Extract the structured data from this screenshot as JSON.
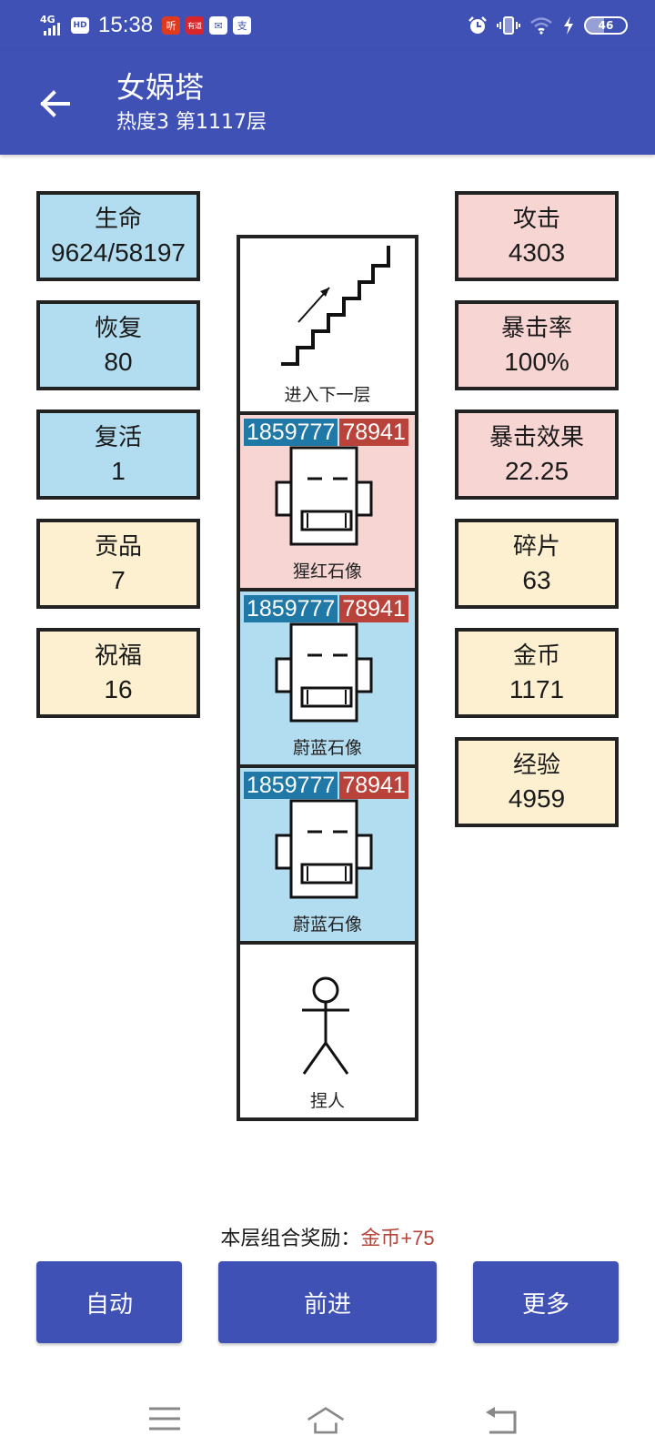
{
  "status_bar": {
    "network": "4G",
    "hd": "HD",
    "time": "15:38",
    "apps": [
      "听",
      "有道",
      "✉",
      "支"
    ],
    "battery": "46"
  },
  "app_bar": {
    "title": "女娲塔",
    "subtitle": "热度3 第1117层"
  },
  "left_stats": [
    {
      "label": "生命",
      "value": "9624/58197",
      "color": "#b2dcef"
    },
    {
      "label": "恢复",
      "value": "80",
      "color": "#b2dcef"
    },
    {
      "label": "复活",
      "value": "1",
      "color": "#b2dcef"
    },
    {
      "label": "贡品",
      "value": "7",
      "color": "#fdf0d0"
    },
    {
      "label": "祝福",
      "value": "16",
      "color": "#fdf0d0"
    }
  ],
  "right_stats": [
    {
      "label": "攻击",
      "value": "4303",
      "color": "#f6d5d3"
    },
    {
      "label": "暴击率",
      "value": "100%",
      "color": "#f6d5d3"
    },
    {
      "label": "暴击效果",
      "value": "22.25",
      "color": "#f6d5d3"
    },
    {
      "label": "碎片",
      "value": "63",
      "color": "#fdf0d0"
    },
    {
      "label": "金币",
      "value": "1171",
      "color": "#fdf0d0"
    },
    {
      "label": "经验",
      "value": "4959",
      "color": "#fdf0d0"
    }
  ],
  "tower": [
    {
      "type": "stairs",
      "icon": "stairs-icon",
      "caption": "进入下一层"
    },
    {
      "type": "monster",
      "icon": "stone-statue-icon",
      "caption": "猩红石像",
      "hp": "1859777",
      "atk": "78941",
      "color": "#f6d5d3"
    },
    {
      "type": "monster",
      "icon": "stone-statue-icon",
      "caption": "蔚蓝石像",
      "hp": "1859777",
      "atk": "78941",
      "color": "#b2dcef"
    },
    {
      "type": "monster",
      "icon": "stone-statue-icon",
      "caption": "蔚蓝石像",
      "hp": "1859777",
      "atk": "78941",
      "color": "#b2dcef"
    },
    {
      "type": "player",
      "icon": "stick-figure-icon",
      "caption": "捏人"
    }
  ],
  "reward": {
    "label": "本层组合奖励：",
    "value": "金币+75",
    "value_color": "#b2443a"
  },
  "buttons": {
    "auto": "自动",
    "forward": "前进",
    "more": "更多"
  },
  "colors": {
    "primary": "#3f51b5",
    "hp_bg": "#1f78a6",
    "atk_bg": "#b9433a"
  }
}
